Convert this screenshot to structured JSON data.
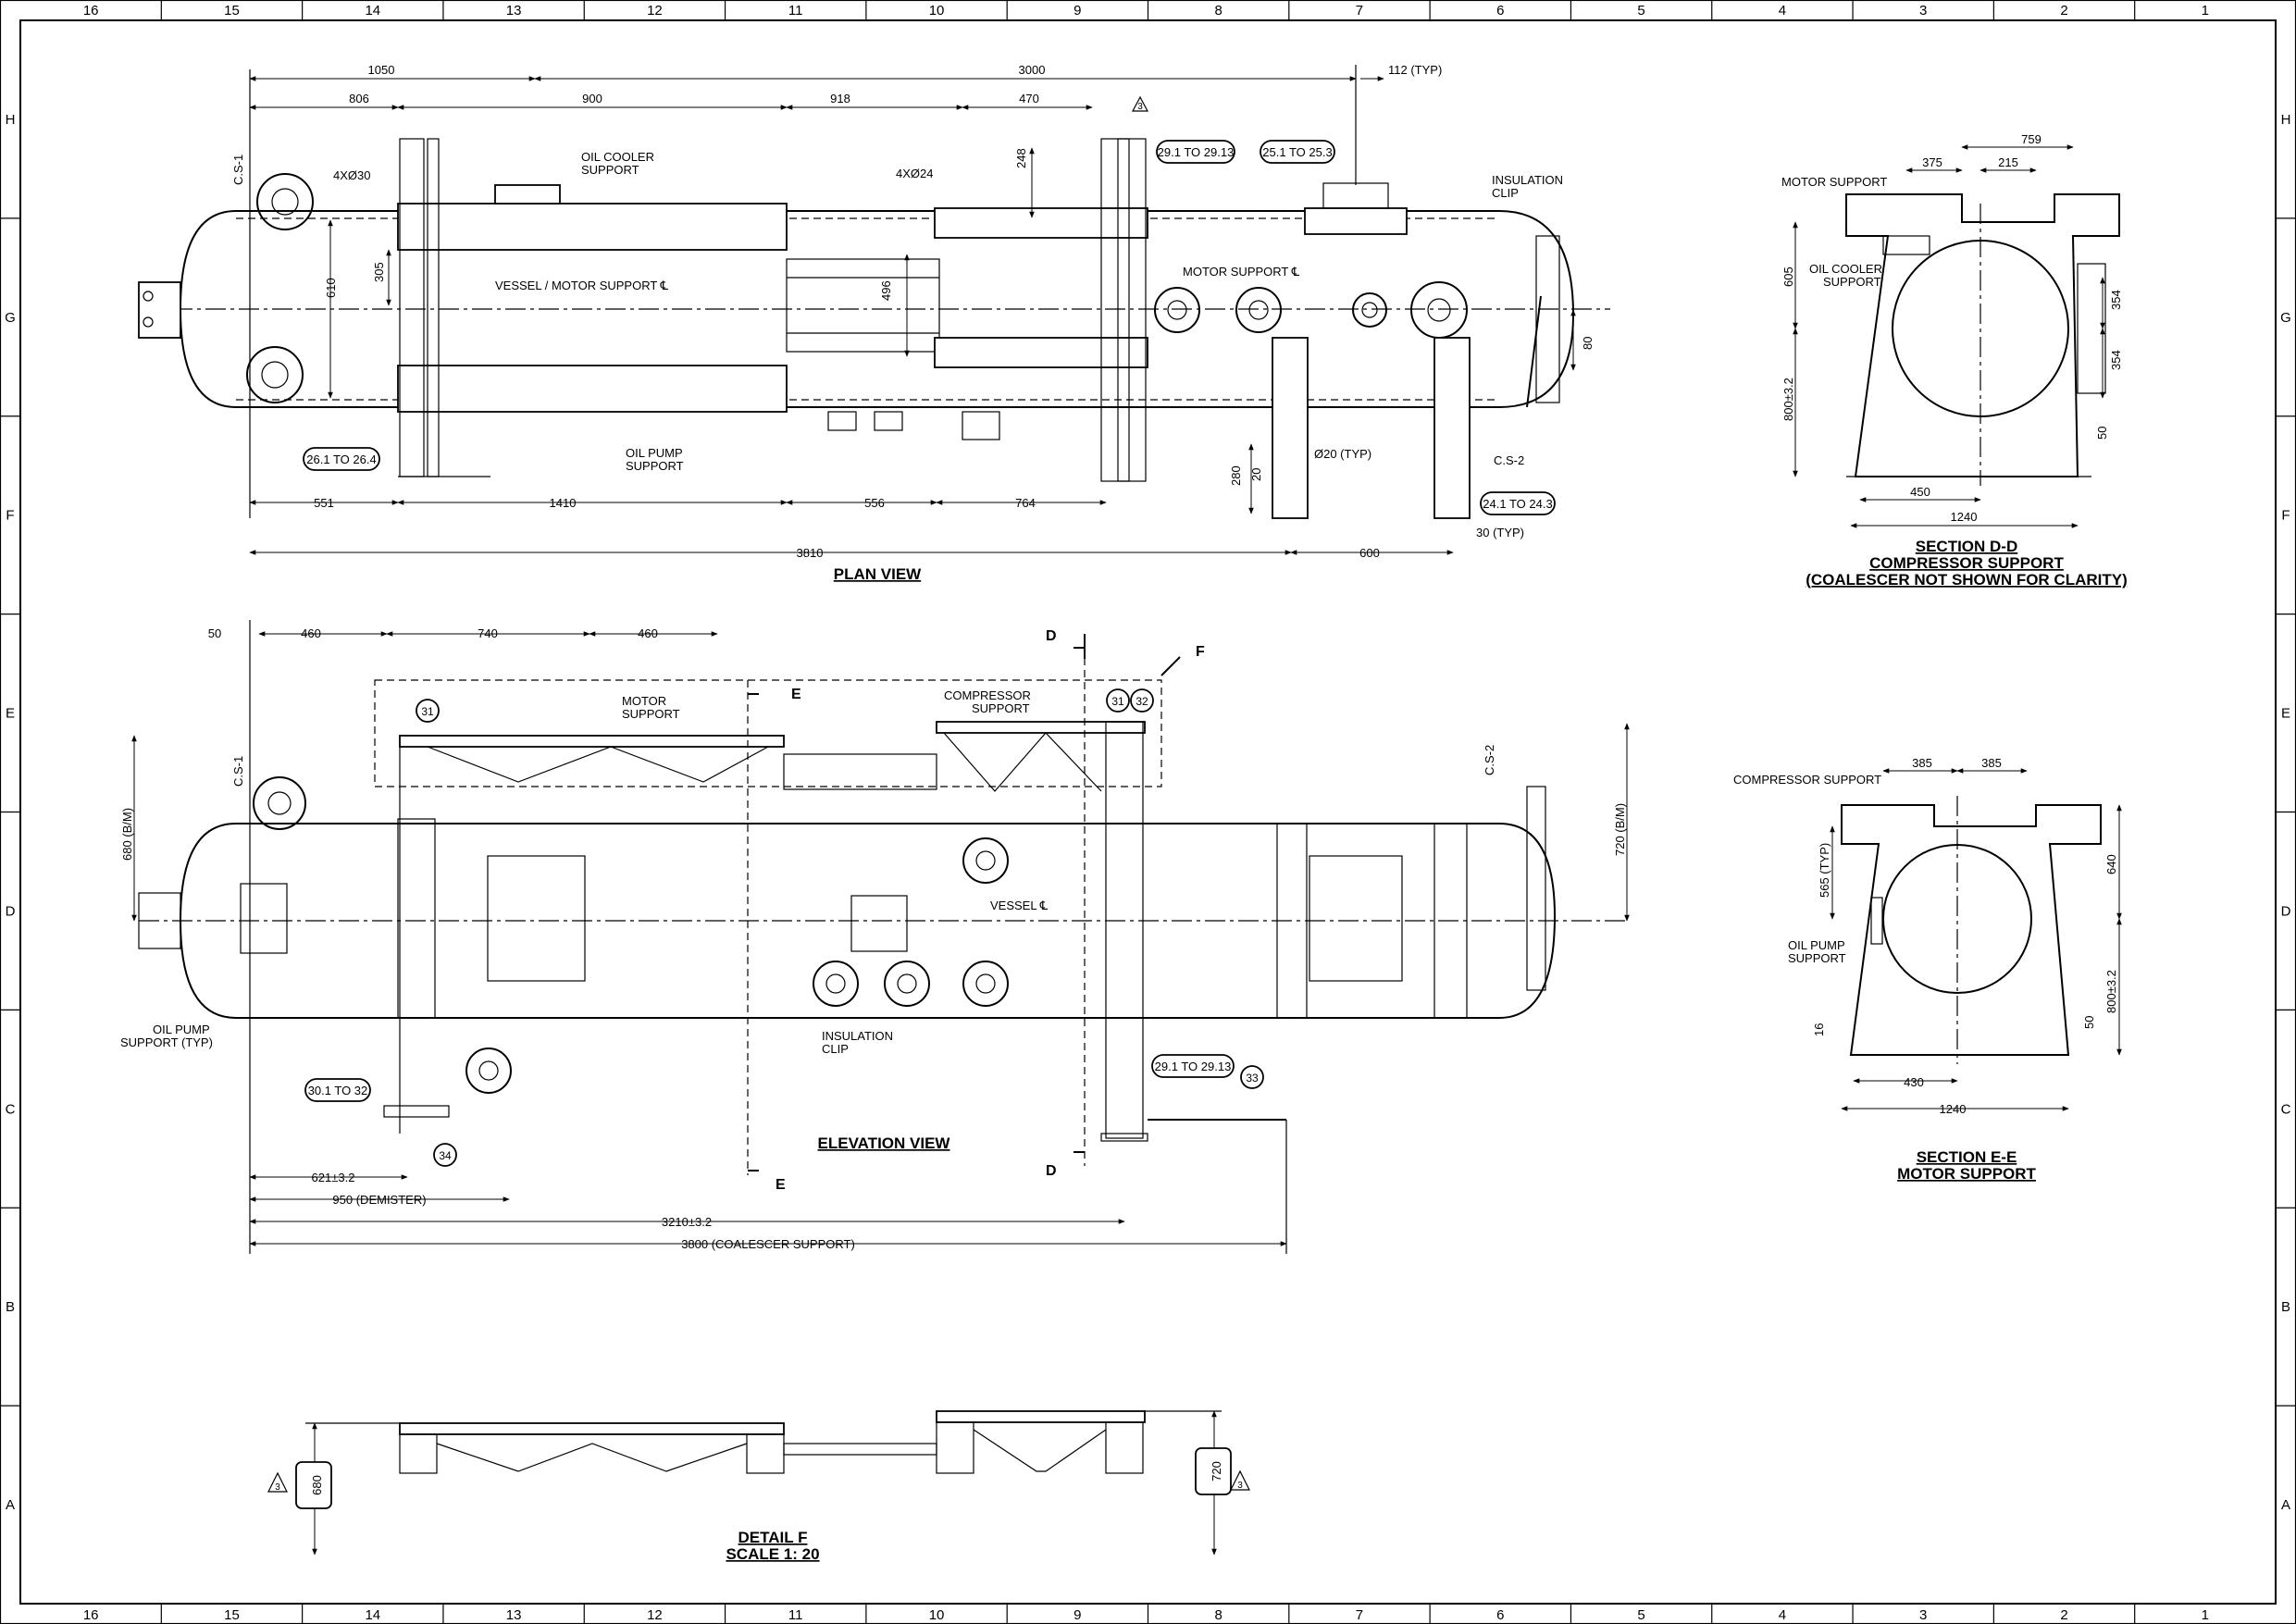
{
  "grid": {
    "columns": [
      "16",
      "15",
      "14",
      "13",
      "12",
      "11",
      "10",
      "9",
      "8",
      "7",
      "6",
      "5",
      "4",
      "3",
      "2",
      "1"
    ],
    "rows": [
      "H",
      "G",
      "F",
      "E",
      "D",
      "C",
      "B",
      "A"
    ]
  },
  "plan": {
    "title": "PLAN VIEW",
    "dims": {
      "d1050": "1050",
      "d3000": "3000",
      "d112": "112 (TYP)",
      "d806": "806",
      "d900": "900",
      "d918": "918",
      "d470": "470",
      "d248": "248",
      "d305": "305",
      "d610": "610",
      "d496": "496",
      "d80": "80",
      "d551": "551",
      "d1410": "1410",
      "d556": "556",
      "d764": "764",
      "d280": "280",
      "d20": "20",
      "d3810": "3810",
      "d600": "600",
      "d30": "30 (TYP)"
    },
    "labels": {
      "cs1": "C.S-1",
      "cs2": "C.S-2",
      "holes1": "4XØ30",
      "holes2": "4XØ24",
      "oilcooler1": "OIL COOLER",
      "oilcooler2": "SUPPORT",
      "vessel_motor": "VESSEL / MOTOR SUPPORT ℄",
      "motor_support": "MOTOR SUPPORT ℄",
      "insul1": "INSULATION",
      "insul2": "CLIP",
      "oilpump1": "OIL PUMP",
      "oilpump2": "SUPPORT",
      "dia20": "Ø20 (TYP)"
    },
    "tags": {
      "t1": "29.1 TO 29.13",
      "t2": "25.1 TO 25.3",
      "t3": "26.1 TO 26.4",
      "t4": "24.1 TO 24.3"
    },
    "rev": "3"
  },
  "section_dd": {
    "title1": "SECTION D-D",
    "title2": "COMPRESSOR SUPPORT",
    "title3": "(COALESCER NOT SHOWN FOR CLARITY)",
    "labels": {
      "motor": "MOTOR SUPPORT",
      "oilcooler1": "OIL COOLER",
      "oilcooler2": "SUPPORT"
    },
    "dims": {
      "d759": "759",
      "d375": "375",
      "d215": "215",
      "d605": "605",
      "d354a": "354",
      "d354b": "354",
      "d800": "800±3.2",
      "d50": "50",
      "d450": "450",
      "d1240": "1240"
    }
  },
  "elevation": {
    "title": "ELEVATION VIEW",
    "dims": {
      "d50": "50",
      "d460a": "460",
      "d740": "740",
      "d460b": "460",
      "d680": "680 (B/M)",
      "d720": "720 (B/M)",
      "d621": "621±3.2",
      "d950": "950 (DEMISTER)",
      "d3210": "3210±3.2",
      "d3800": "3800 (COALESCER SUPPORT)"
    },
    "labels": {
      "cs1": "C.S-1",
      "cs2": "C.S-2",
      "motor1": "MOTOR",
      "motor2": "SUPPORT",
      "comp1": "COMPRESSOR",
      "comp2": "SUPPORT",
      "vessel": "VESSEL ℄",
      "oilpump1": "OIL PUMP",
      "oilpump2": "SUPPORT (TYP)",
      "insul1": "INSULATION",
      "insul2": "CLIP",
      "D": "D",
      "E": "E",
      "F": "F"
    },
    "tags": {
      "t3032": "30.1 TO 32",
      "t29": "29.1 TO 29.13",
      "b31a": "31",
      "b31b": "31",
      "b32": "32",
      "b33": "33",
      "b34": "34"
    }
  },
  "section_ee": {
    "title1": "SECTION E-E",
    "title2": "MOTOR SUPPORT",
    "labels": {
      "comp": "COMPRESSOR SUPPORT",
      "oilpump1": "OIL PUMP",
      "oilpump2": "SUPPORT"
    },
    "dims": {
      "d385a": "385",
      "d385b": "385",
      "d565": "565 (TYP)",
      "d640": "640",
      "d800": "800±3.2",
      "d16": "16",
      "d50": "50",
      "d430": "430",
      "d1240": "1240"
    }
  },
  "detail_f": {
    "title1": "DETAIL  F",
    "title2": "SCALE 1: 20",
    "dims": {
      "d680": "680",
      "d720": "720"
    },
    "rev": "3"
  }
}
